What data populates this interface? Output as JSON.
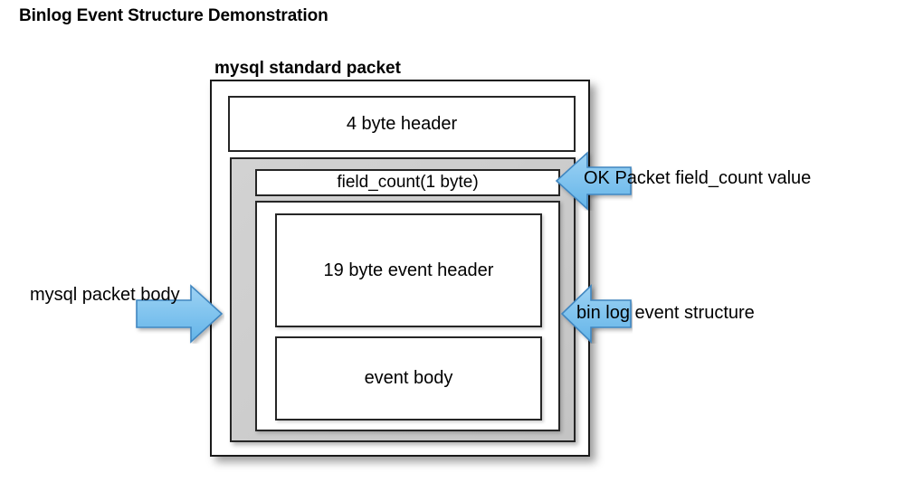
{
  "title": "Binlog Event Structure Demonstration",
  "diagram": {
    "outer_label": "mysql standard packet",
    "boxes": {
      "packet_header": "4 byte header",
      "field_count": "field_count(1 byte)",
      "event_header": "19 byte event header",
      "event_body": "event body"
    },
    "annotations": [
      {
        "id": "ok-packet",
        "label": "OK Packet field_count value",
        "direction": "left",
        "color": "#7dc2ee"
      },
      {
        "id": "bin-log-event",
        "label": "bin log event structure",
        "direction": "left",
        "color": "#7dc2ee"
      },
      {
        "id": "mysql-packet-body",
        "label": "mysql packet body",
        "direction": "right",
        "color": "#7dc2ee"
      }
    ],
    "colors": {
      "arrow_fill": "#7dc2ee",
      "arrow_stroke": "#3f86c0",
      "body_gray": "#cccccc",
      "line": "#262626",
      "background": "#ffffff"
    }
  }
}
